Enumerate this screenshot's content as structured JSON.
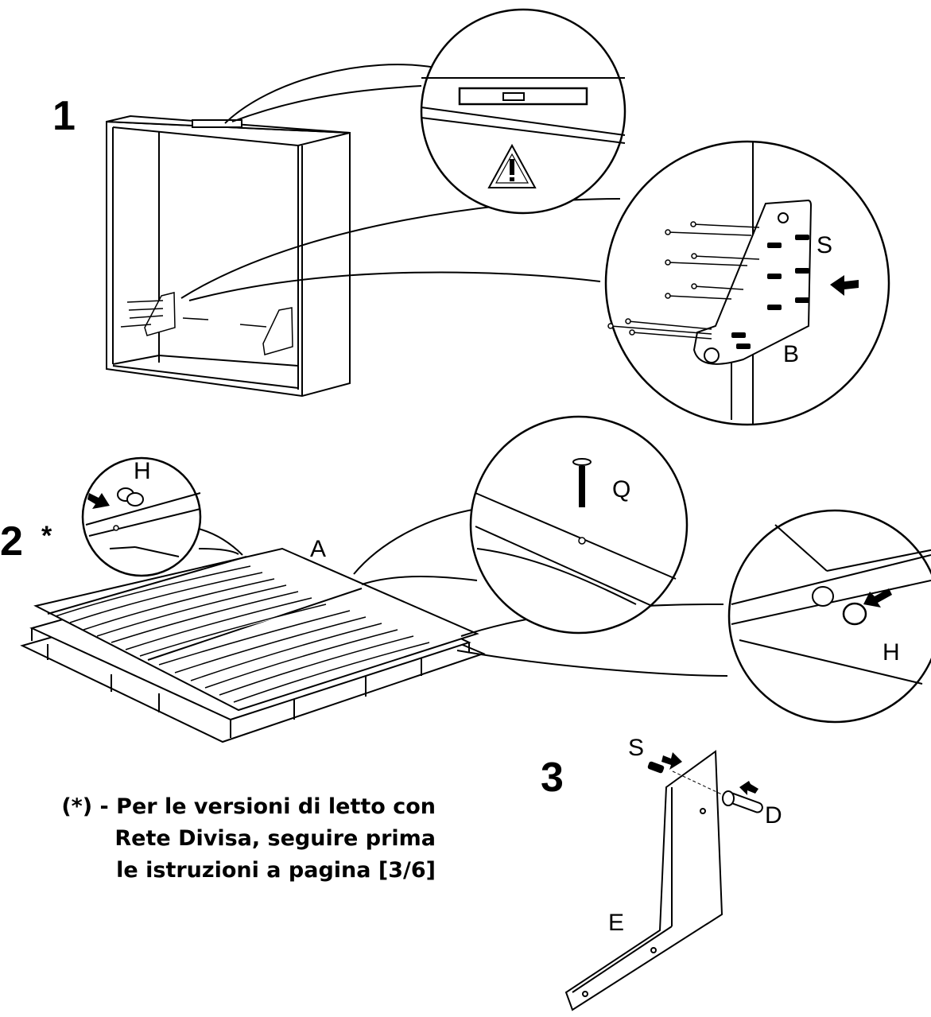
{
  "steps": {
    "step1": {
      "number": "1",
      "labels": {
        "screw": "S",
        "bracket": "B"
      },
      "warning_icon": "warning-triangle-icon"
    },
    "step2": {
      "number": "2",
      "asterisk": "*",
      "labels": {
        "frame": "A",
        "dowel_left": "H",
        "dowel_right": "H",
        "bolt": "Q"
      }
    },
    "step3": {
      "number": "3",
      "labels": {
        "screw": "S",
        "pin": "D",
        "leg": "E"
      }
    }
  },
  "note": {
    "lines": [
      "(*) - Per le versioni di letto con",
      "Rete Divisa, seguire prima",
      "le istruzioni a pagina [3/6]"
    ]
  }
}
